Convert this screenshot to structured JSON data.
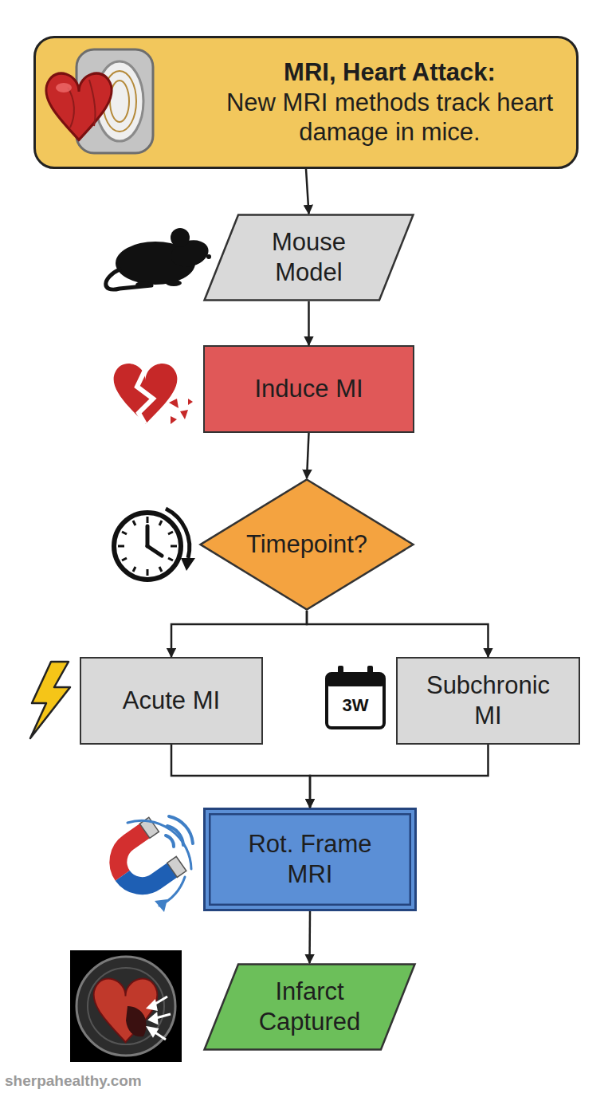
{
  "diagram": {
    "nodes": [
      {
        "text": [
          "MRI, Heart Attack:",
          "New MRI methods track heart damage in mice."
        ]
      },
      {
        "text": [
          "Mouse Model"
        ]
      },
      {
        "text": [
          "Induce MI"
        ]
      },
      {
        "text": [
          "Timepoint?"
        ]
      },
      {
        "text": [
          "Acute MI"
        ]
      },
      {
        "text": [
          "Subchronic MI"
        ]
      },
      {
        "text": [
          "Rot. Frame MRI"
        ]
      },
      {
        "text": [
          "Infarct Captured"
        ]
      }
    ],
    "edges": [
      {
        "from": 0,
        "to": 1,
        "arrow": "to"
      },
      {
        "from": 1,
        "to": 2,
        "arrow": "to"
      },
      {
        "from": 2,
        "to": 3,
        "arrow": "to"
      },
      {
        "from": 3,
        "to": 4,
        "arrow": "to"
      },
      {
        "from": 3,
        "to": 5,
        "arrow": "to"
      },
      {
        "from": 4,
        "to": 6,
        "arrow": "to"
      },
      {
        "from": 5,
        "to": 6,
        "arrow": "to"
      },
      {
        "from": 6,
        "to": 7,
        "arrow": "to"
      }
    ],
    "labels": [
      "3W",
      "sherpahealthy.com"
    ]
  }
}
